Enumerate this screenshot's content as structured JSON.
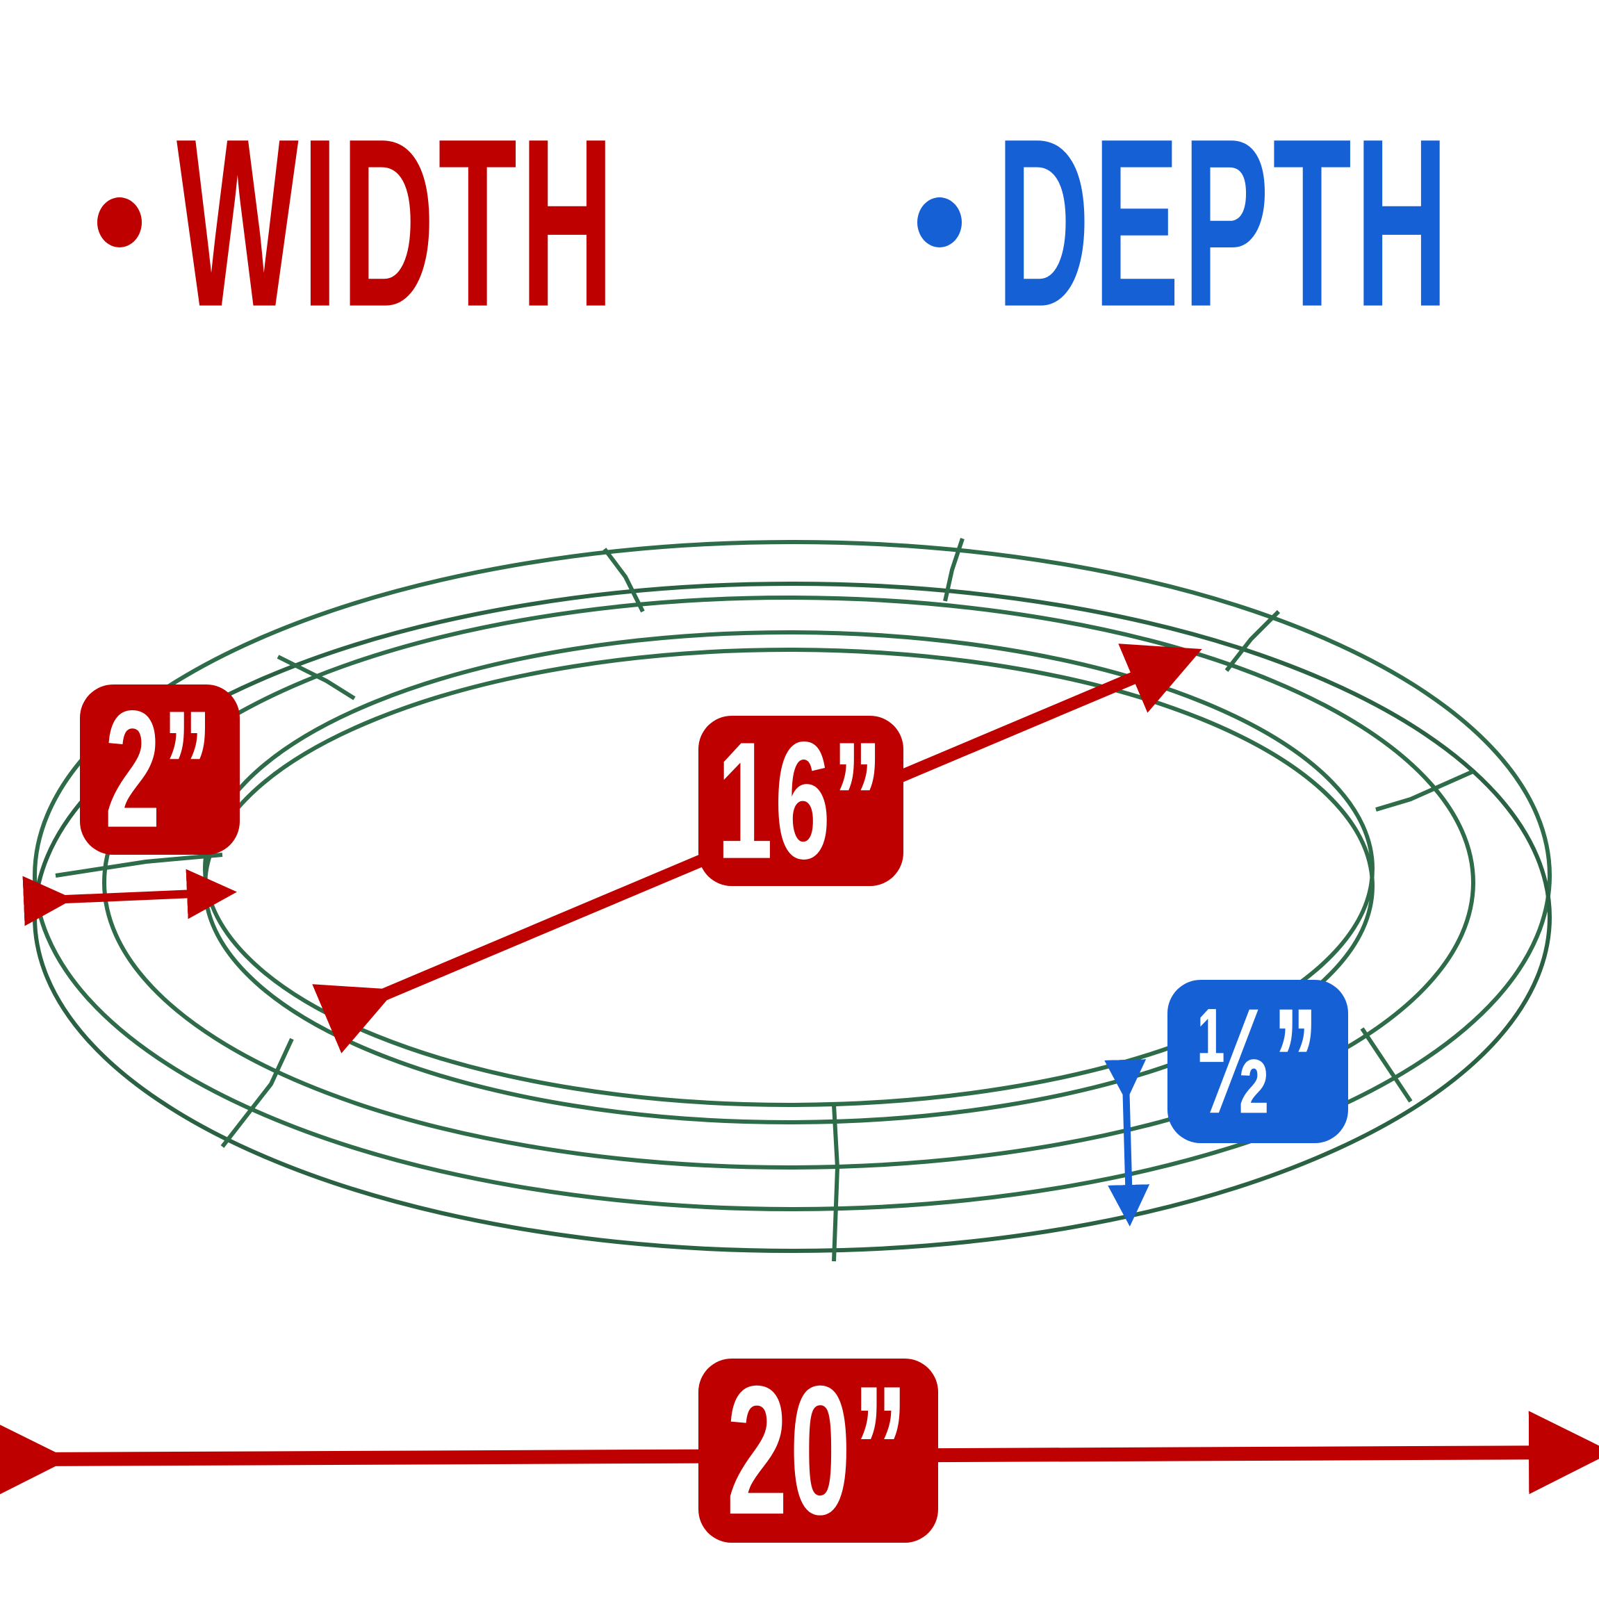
{
  "headings": {
    "width": {
      "label": "WIDTH",
      "color": "#BE0000",
      "bullet": "•"
    },
    "depth": {
      "label": "DEPTH",
      "color": "#1660D6",
      "bullet": "•"
    }
  },
  "measurements": {
    "rim_width": {
      "label": "2”",
      "color": "#BE0000"
    },
    "inner_diameter": {
      "label": "16”",
      "color": "#BE0000"
    },
    "depth": {
      "label": "½”",
      "color": "#1660D6"
    },
    "outer_diameter": {
      "label": "20”",
      "color": "#BE0000"
    }
  },
  "product": {
    "name": "wire-wreath-frame",
    "wire_color": "#2E6B48"
  }
}
